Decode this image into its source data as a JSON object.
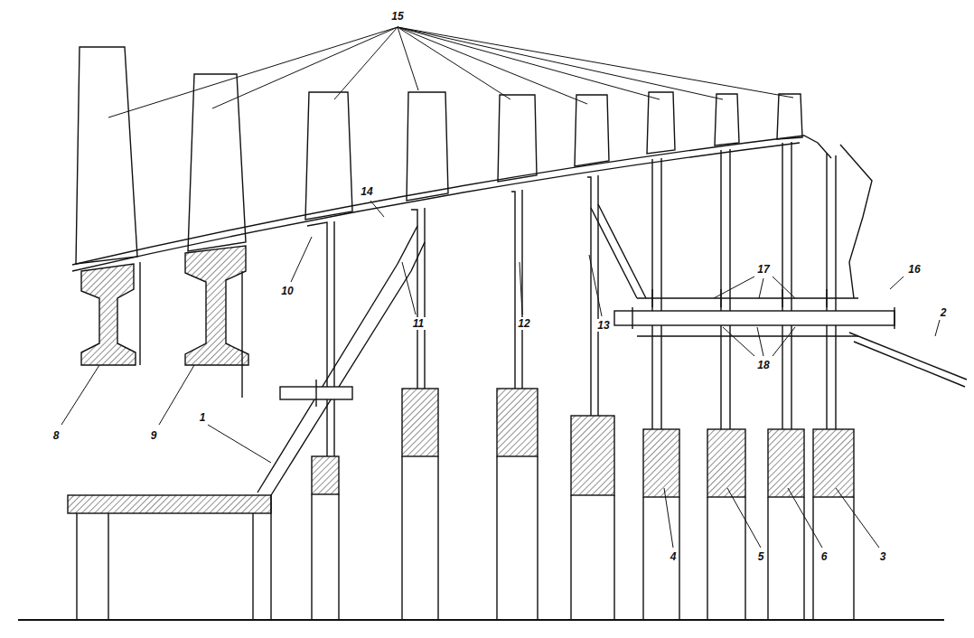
{
  "diagram": {
    "labels": [
      "15",
      "14",
      "16",
      "10",
      "11",
      "12",
      "13",
      "17",
      "2",
      "18",
      "1",
      "8",
      "9",
      "4",
      "5",
      "6",
      "3"
    ]
  }
}
